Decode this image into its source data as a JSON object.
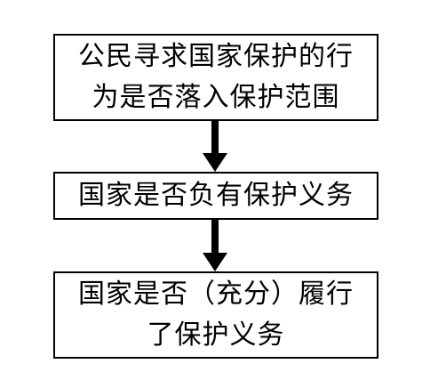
{
  "flowchart": {
    "steps": [
      {
        "lines": [
          "公民寻求国家保护的行",
          "为是否落入保护范围"
        ]
      },
      {
        "lines": [
          "国家是否负有保护义务"
        ]
      },
      {
        "lines": [
          "国家是否（充分）履行",
          "了保护义务"
        ]
      }
    ],
    "colors": {
      "border": "#000000",
      "arrow": "#000000",
      "text": "#000000",
      "background": "#ffffff"
    }
  }
}
